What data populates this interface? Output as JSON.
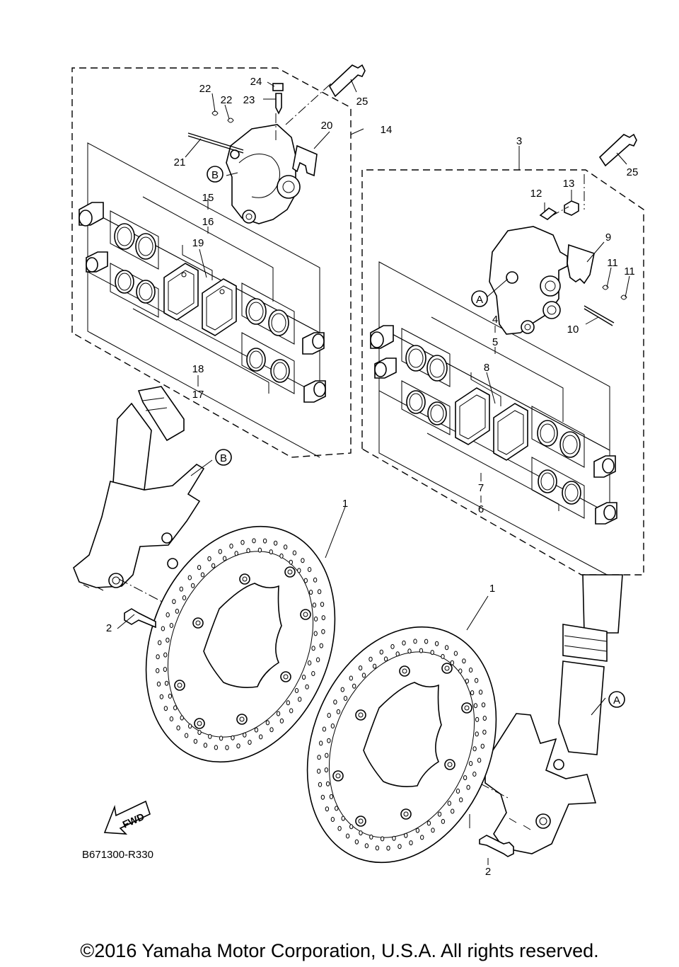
{
  "refs": {
    "r1a": "1",
    "r1b": "1",
    "r2a": "2",
    "r2b": "2",
    "r3": "3",
    "r4": "4",
    "r5": "5",
    "r6": "6",
    "r7": "7",
    "r8": "8",
    "r9": "9",
    "r10": "10",
    "r11a": "11",
    "r11b": "11",
    "r12": "12",
    "r13": "13",
    "r14": "14",
    "r15": "15",
    "r16": "16",
    "r17": "17",
    "r18": "18",
    "r19": "19",
    "r20": "20",
    "r21": "21",
    "r22a": "22",
    "r22b": "22",
    "r23": "23",
    "r24": "24",
    "r25a": "25",
    "r25b": "25"
  },
  "callouts": {
    "a1": "A",
    "a2": "A",
    "b1": "B",
    "b2": "B"
  },
  "fwd_label": "FWD",
  "diagram_code": "B671300-R330",
  "copyright": "©2016 Yamaha Motor Corporation, U.S.A. All rights reserved."
}
